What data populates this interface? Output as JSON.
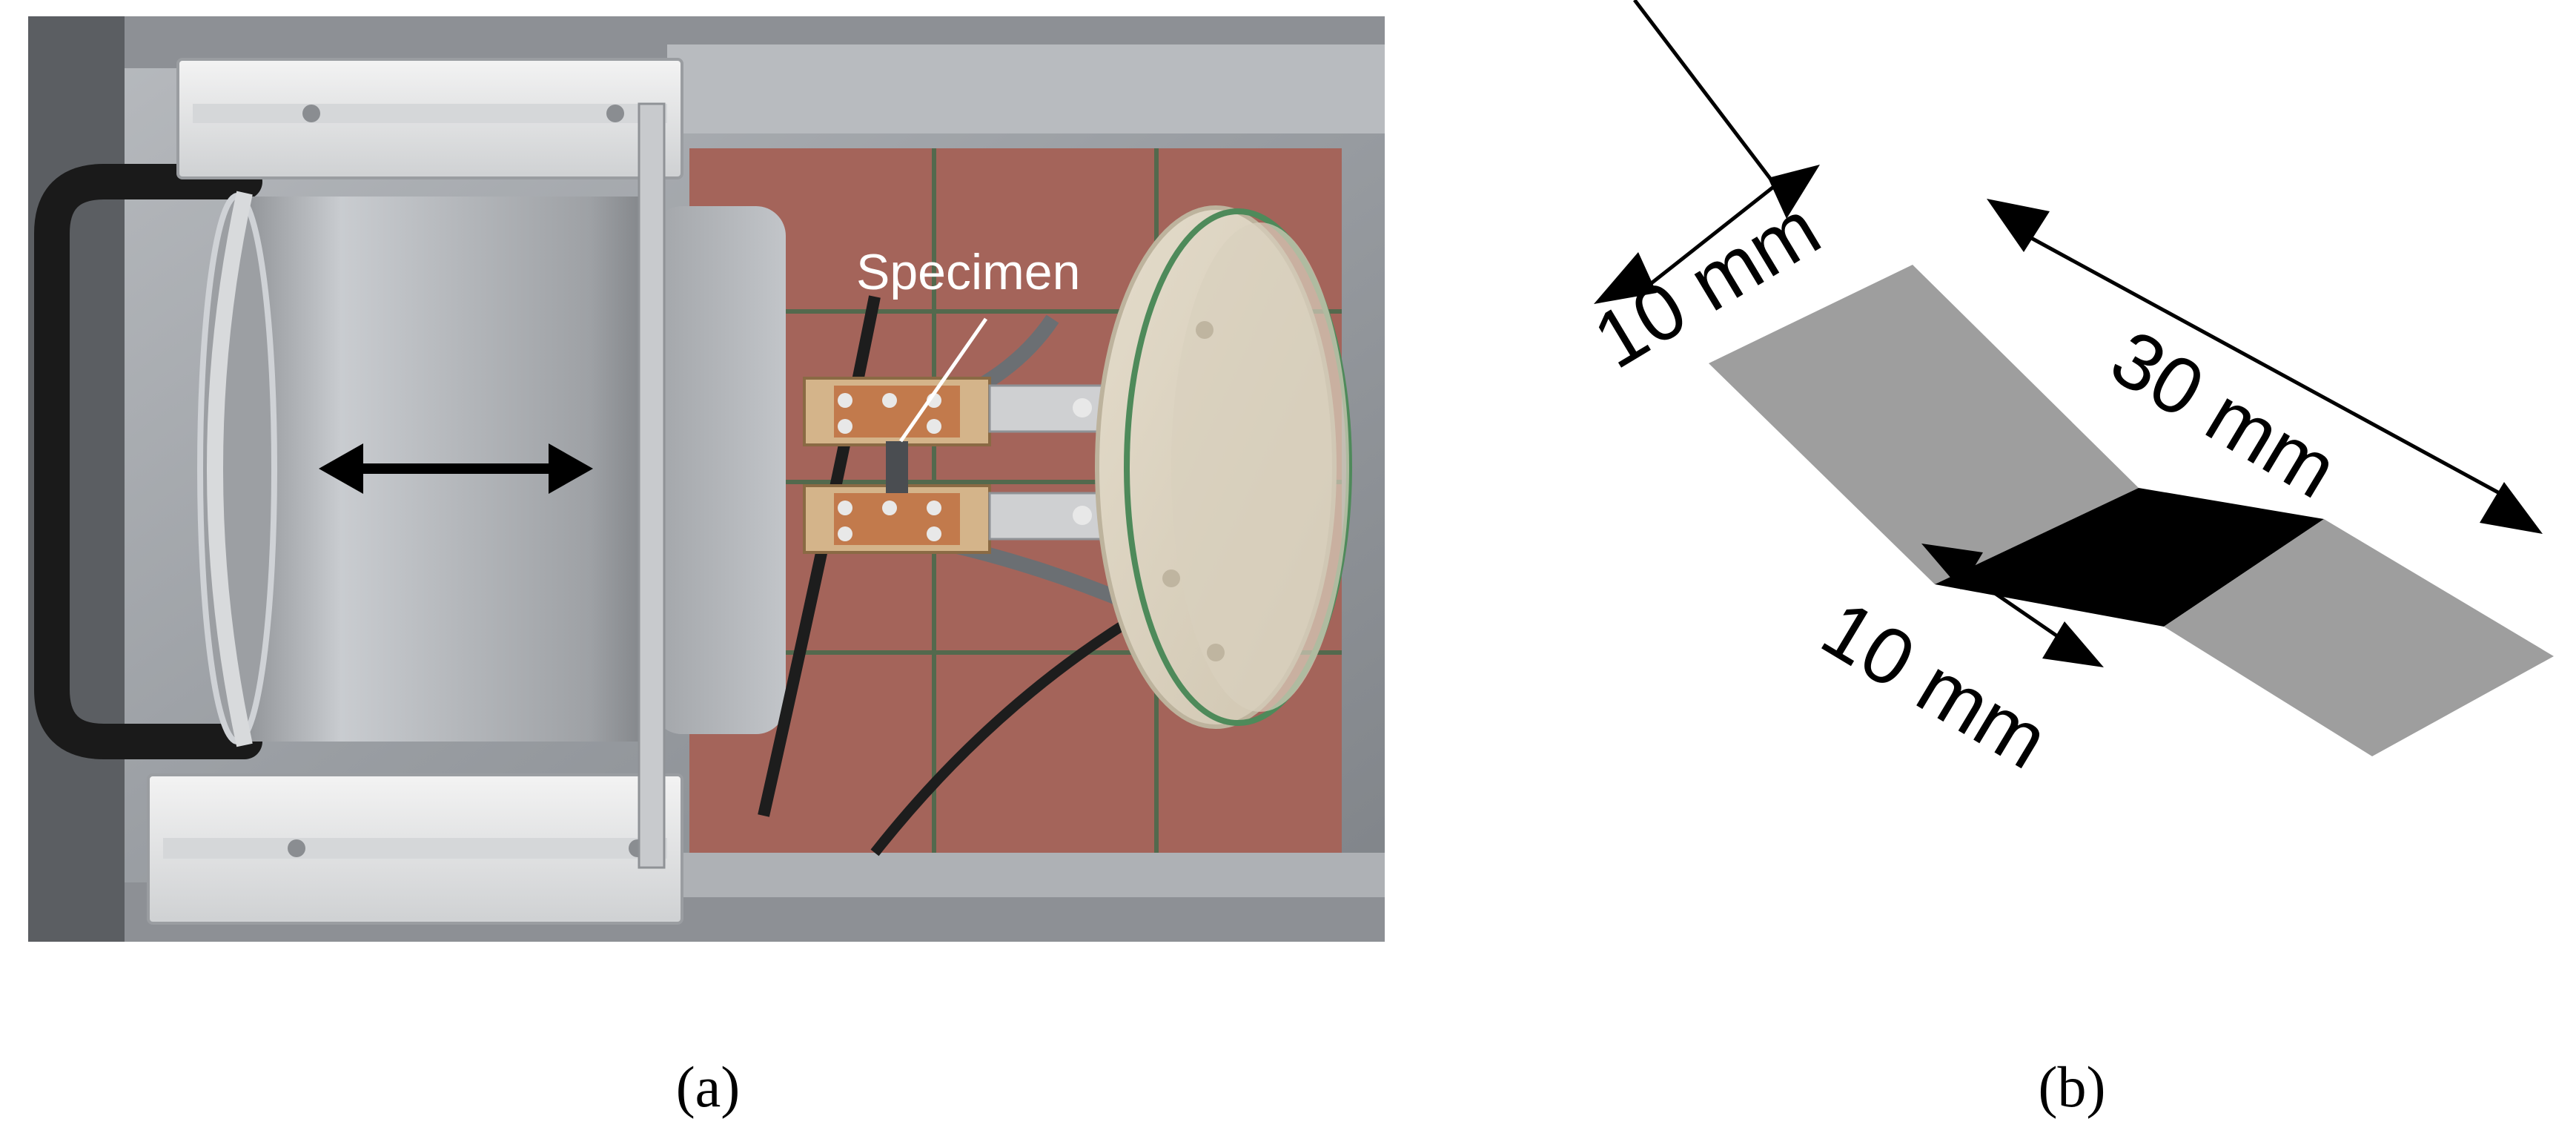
{
  "panel_a": {
    "label_specimen": "Specimen",
    "caption": "(a)"
  },
  "panel_b": {
    "dim_top_left": "10 mm",
    "dim_top_right": "30 mm",
    "dim_bottom": "10 mm",
    "caption": "(b)",
    "colors": {
      "end_regions": "#9e9e9e",
      "center_region": "#000000"
    }
  }
}
